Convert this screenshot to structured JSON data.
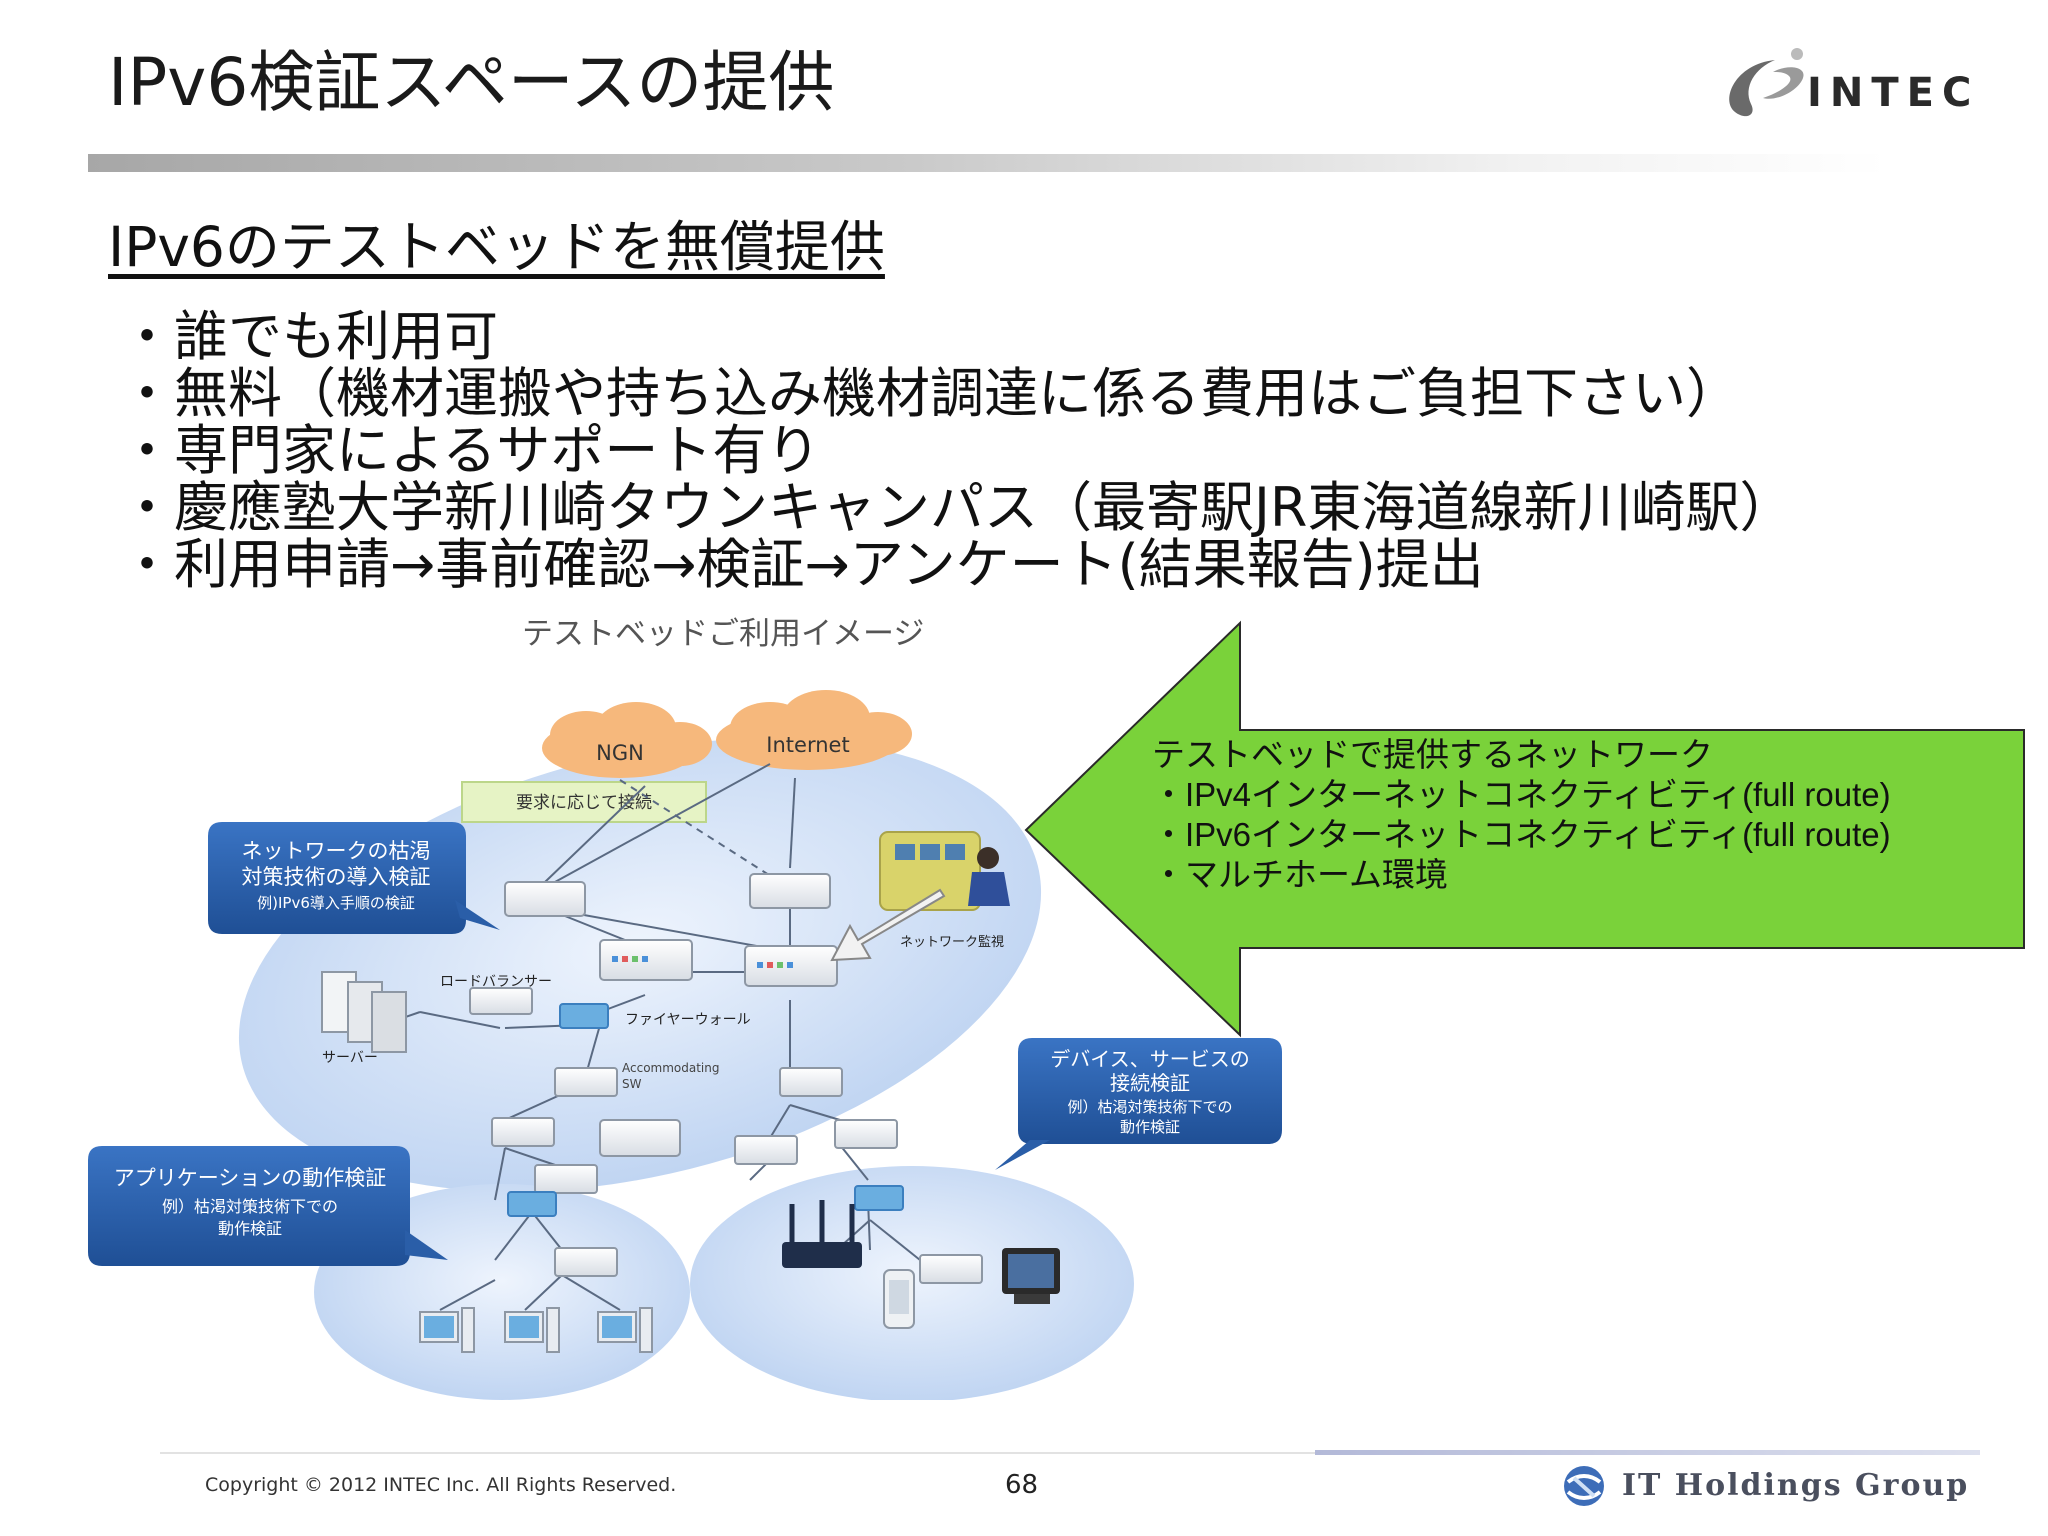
{
  "slide": {
    "title": "IPv6検証スペースの提供",
    "subtitle": "IPv6のテストベッドを無償提供",
    "bullets": [
      "・誰でも利用可",
      "・無料（機材運搬や持ち込み機材調達に係る費用はご負担下さい）",
      "・専門家によるサポート有り",
      "・慶應塾大学新川崎タウンキャンパス（最寄駅JR東海道線新川崎駅）",
      "・利用申請→事前確認→検証→アンケート(結果報告)提出"
    ]
  },
  "logo": {
    "text": "INTEC",
    "accent": "#c8c8c8"
  },
  "diagram": {
    "caption": "テストベッドご利用イメージ",
    "clouds": {
      "ngn": "NGN",
      "internet": "Internet"
    },
    "connect_note": "要求に応じて接続",
    "callouts": {
      "network": [
        "ネットワークの枯渇",
        "対策技術の導入検証",
        "例)IPv6導入手順の検証"
      ],
      "device": [
        "デバイス、サービスの",
        "接続検証",
        "例）枯渇対策技術下での",
        "動作検証"
      ],
      "application": [
        "アプリケーションの動作検証",
        "例）枯渇対策技術下での",
        "動作検証"
      ]
    },
    "labels": {
      "load_balancer": "ロードバランサー",
      "server": "サーバー",
      "firewall": "ファイヤーウォール",
      "accommodating_1": "Accommodating",
      "accommodating_2": "SW",
      "monitoring": "ネットワーク監視"
    },
    "colors": {
      "ellipse": "#c9daf3",
      "callout": "#2d64b0",
      "cloud": "#f6b87c",
      "note": "#e6f3c5",
      "arrow_fill": "#7ad23a"
    }
  },
  "arrow_box": {
    "heading": "テストベッドで提供するネットワーク",
    "items": [
      "・IPv4インターネットコネクティビティ(full route)",
      "・IPv6インターネットコネクティビティ(full route)",
      "・マルチホーム環境"
    ]
  },
  "footer": {
    "copyright": "Copyright © 2012 INTEC Inc. All Rights Reserved.",
    "page_number": "68",
    "group": "IT Holdings Group"
  }
}
